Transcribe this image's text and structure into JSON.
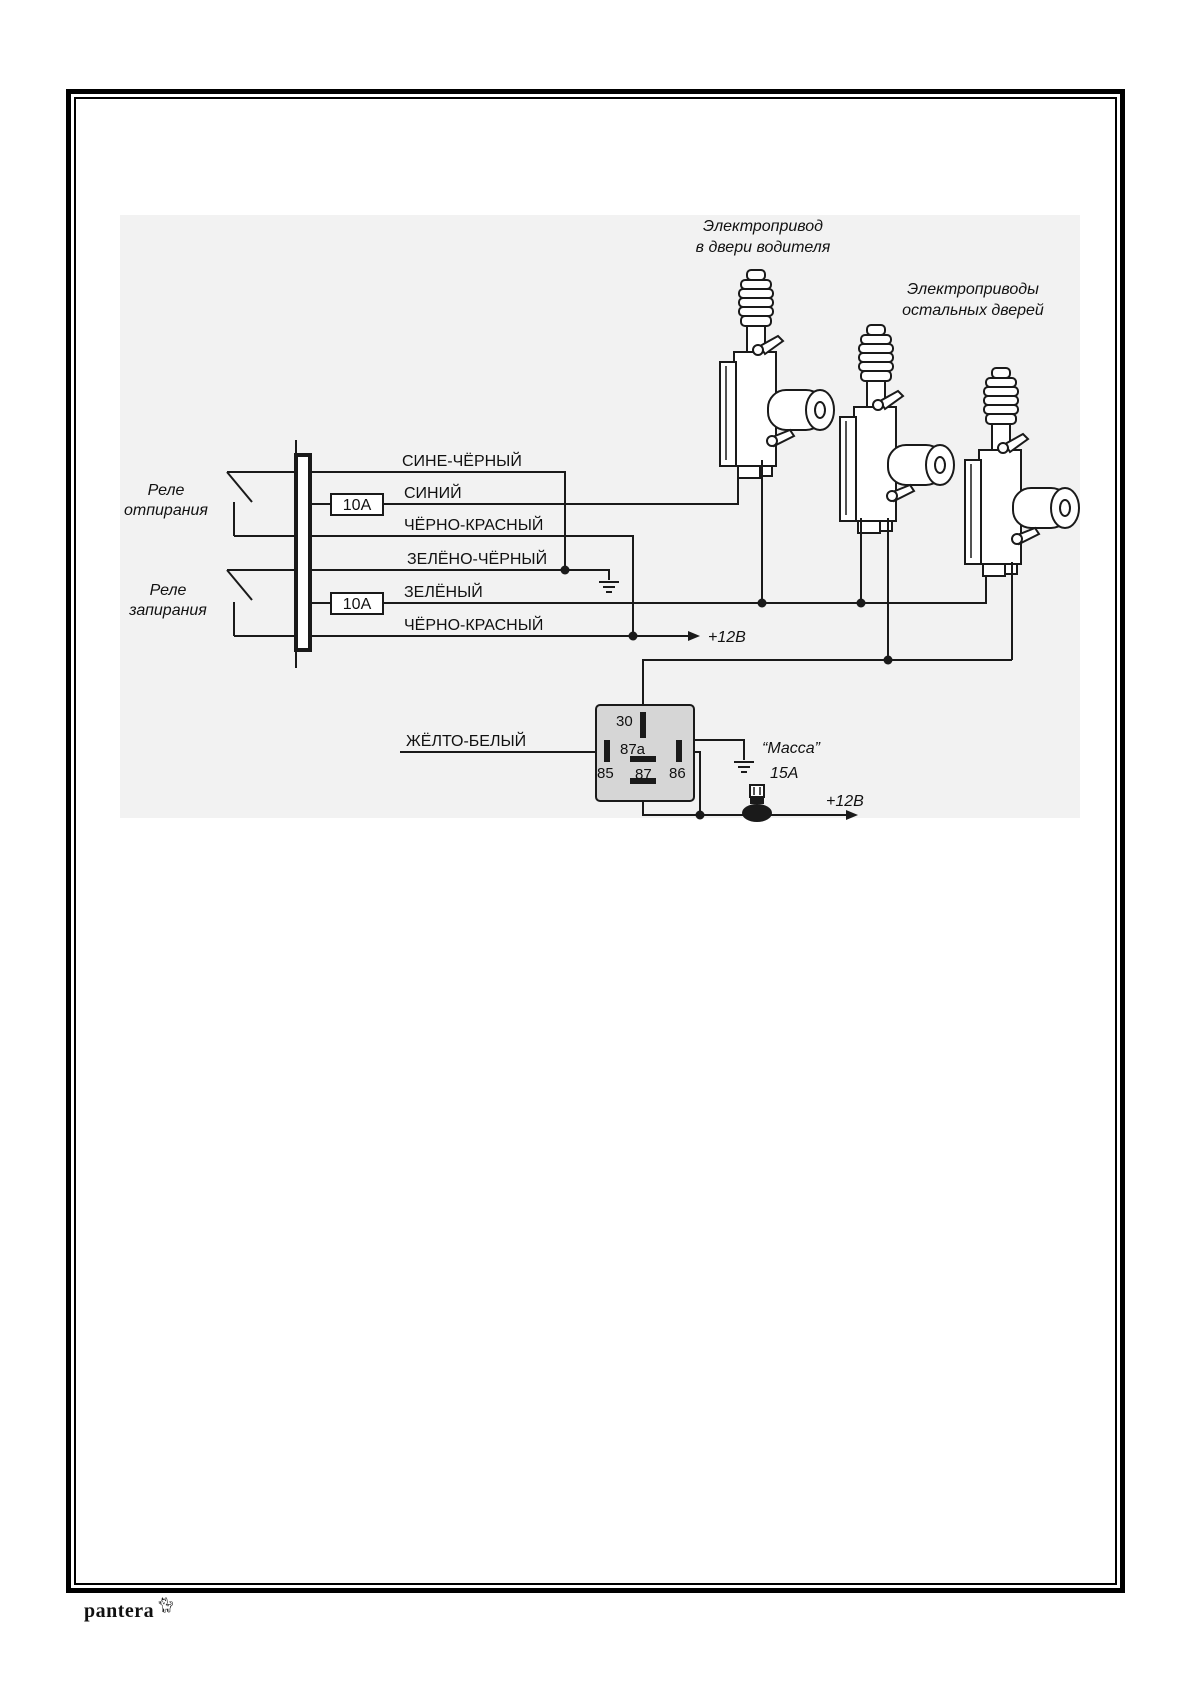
{
  "actuators": {
    "driver_label_line1": "Электропривод",
    "driver_label_line2": "в двери водителя",
    "others_label_line1": "Электроприводы",
    "others_label_line2": "остальных дверей"
  },
  "relays": {
    "unlock_line1": "Реле",
    "unlock_line2": "отпирания",
    "lock_line1": "Реле",
    "lock_line2": "запирания"
  },
  "wires": {
    "blue_black": "СИНЕ-ЧЁРНЫЙ",
    "blue": "СИНИЙ",
    "black_red_1": "ЧЁРНО-КРАСНЫЙ",
    "green_black": "ЗЕЛЁНО-ЧЁРНЫЙ",
    "green": "ЗЕЛЁНЫЙ",
    "black_red_2": "ЧЁРНО-КРАСНЫЙ",
    "yellow_white": "ЖЁЛТО-БЕЛЫЙ"
  },
  "fuses": {
    "fuse_unlock": "10А",
    "fuse_lock": "10А",
    "fuse_power": "15А"
  },
  "power": {
    "plus12_upper": "+12В",
    "plus12_lower": "+12В",
    "ground_label": "“Масса”"
  },
  "relay_pins": {
    "p30": "30",
    "p87a": "87a",
    "p85": "85",
    "p87": "87",
    "p86": "86"
  },
  "footer": {
    "logo": "pantera"
  },
  "colors": {
    "line": "#1a1a1a",
    "panel": "#f2f2f2",
    "relay_box": "#d6d6d6"
  }
}
